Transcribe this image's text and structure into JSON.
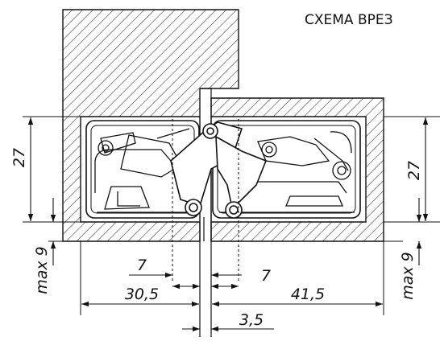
{
  "title": "СХЕМА ВРЕЗ",
  "dimensions": {
    "height_left": "27",
    "height_right": "27",
    "max_left": "max 9",
    "max_right": "max 9",
    "gap_left": "7",
    "gap_right": "7",
    "width_left": "30,5",
    "width_right": "41,5",
    "leaf_gap": "3,5"
  },
  "colors": {
    "ink": "#111111",
    "hatch": "#222222",
    "background": "#ffffff"
  }
}
